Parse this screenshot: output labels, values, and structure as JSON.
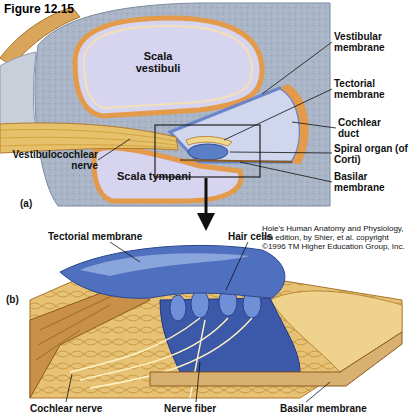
{
  "diagram": {
    "title": "Figure 12.15",
    "labels": [
      "Scala vestibuli",
      "Vestibular membrane",
      "Tectorial membrane",
      "Cochlear duct",
      "Vestibulocochlear nerve",
      "Spiral organ (of Corti)",
      "Scala tympani",
      "Basilar membrane",
      "(a)",
      "Hole's Human Anatomy and Physiology, 7th edition, by Shier, et al. copyright ©1996 TM Higher Education Group, Inc.",
      "Tectorial membrane",
      "Hair cells",
      "(b)",
      "Cochlear nerve",
      "Nerve fiber",
      "Basilar membrane"
    ]
  }
}
